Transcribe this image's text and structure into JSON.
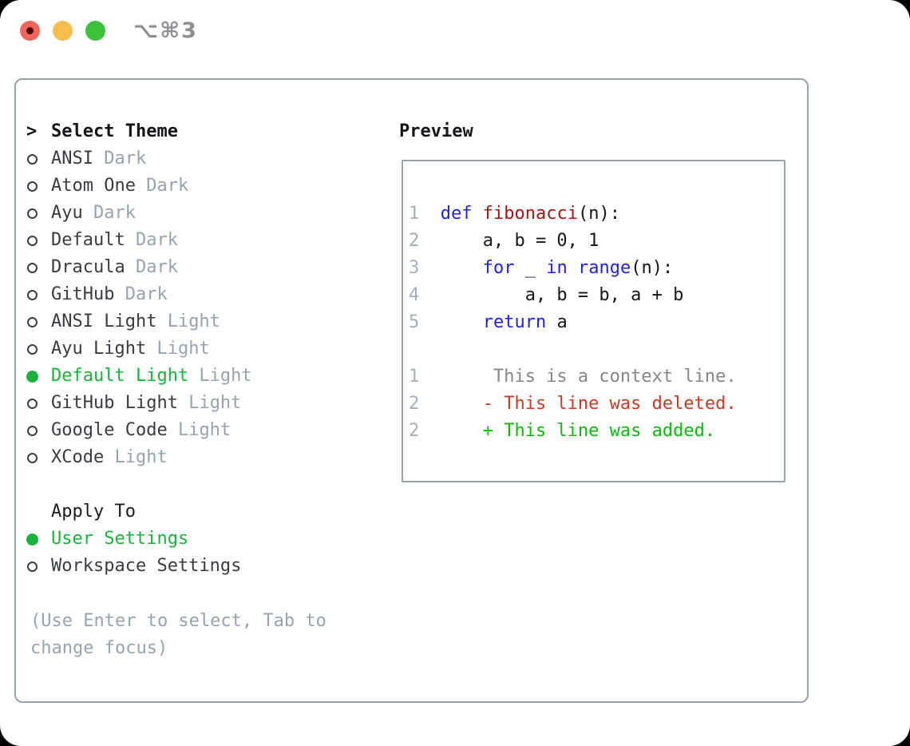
{
  "window": {
    "title": "⌥⌘3",
    "traffic_lights": [
      "close",
      "minimize",
      "zoom"
    ]
  },
  "picker": {
    "header_marker": ">",
    "header_label": "Select Theme",
    "themes": [
      {
        "name": "ANSI",
        "variant": "Dark",
        "selected": false
      },
      {
        "name": "Atom One",
        "variant": "Dark",
        "selected": false
      },
      {
        "name": "Ayu",
        "variant": "Dark",
        "selected": false
      },
      {
        "name": "Default",
        "variant": "Dark",
        "selected": false
      },
      {
        "name": "Dracula",
        "variant": "Dark",
        "selected": false
      },
      {
        "name": "GitHub",
        "variant": "Dark",
        "selected": false
      },
      {
        "name": "ANSI Light",
        "variant": "Light",
        "selected": false
      },
      {
        "name": "Ayu Light",
        "variant": "Light",
        "selected": false
      },
      {
        "name": "Default Light",
        "variant": "Light",
        "selected": true
      },
      {
        "name": "GitHub Light",
        "variant": "Light",
        "selected": false
      },
      {
        "name": "Google Code",
        "variant": "Light",
        "selected": false
      },
      {
        "name": "XCode",
        "variant": "Light",
        "selected": false
      }
    ],
    "apply_to_label": "Apply To",
    "apply_options": [
      {
        "name": "User Settings",
        "selected": true
      },
      {
        "name": "Workspace Settings",
        "selected": false
      }
    ],
    "hint_lines": [
      "(Use Enter to select, Tab to",
      "change focus)"
    ]
  },
  "preview": {
    "label": "Preview",
    "lines": [
      {
        "num": "1",
        "segments": [
          [
            "  ",
            "pln"
          ],
          [
            "def",
            "kw"
          ],
          [
            " ",
            "pln"
          ],
          [
            "fibonacci",
            "fn"
          ],
          [
            "(n):",
            "pln"
          ]
        ]
      },
      {
        "num": "2",
        "segments": [
          [
            "      a, b = 0, 1",
            "pln"
          ]
        ]
      },
      {
        "num": "3",
        "segments": [
          [
            "      ",
            "pln"
          ],
          [
            "for",
            "kw"
          ],
          [
            " _ ",
            "pln"
          ],
          [
            "in",
            "kw"
          ],
          [
            " ",
            "pln"
          ],
          [
            "range",
            "kw"
          ],
          [
            "(n):",
            "pln"
          ]
        ]
      },
      {
        "num": "4",
        "segments": [
          [
            "          a, b = b, a + b",
            "pln"
          ]
        ]
      },
      {
        "num": "5",
        "segments": [
          [
            "      ",
            "pln"
          ],
          [
            "return",
            "kw"
          ],
          [
            " a",
            "pln"
          ]
        ]
      },
      {
        "num": " ",
        "segments": []
      },
      {
        "num": "1",
        "segments": [
          [
            "       This is a context line.",
            "ctx"
          ]
        ]
      },
      {
        "num": "2",
        "segments": [
          [
            "      - This line was deleted.",
            "del"
          ]
        ]
      },
      {
        "num": "2",
        "segments": [
          [
            "      + This line was added.",
            "add"
          ]
        ]
      }
    ]
  },
  "colors": {
    "selection_green": "#17b33a",
    "added_green": "#0db80d",
    "deleted_red": "#c43b27",
    "keyword_blue": "#2222dd",
    "function_red": "#a51515",
    "line_number_gray": "#a5aeb9",
    "muted_gray": "#98a3af",
    "border_gray": "#9aa2ab",
    "traffic_red": "#f2655c",
    "traffic_yellow": "#f6bd4e",
    "traffic_green": "#3dc23e"
  }
}
